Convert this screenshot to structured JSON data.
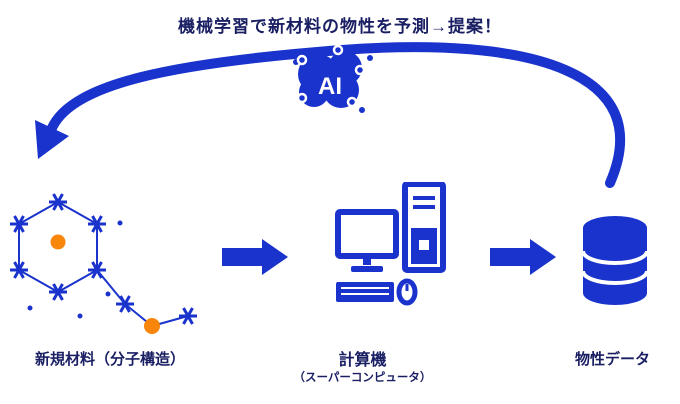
{
  "title": "機械学習で新材料の物性を予測→提案！",
  "ai": {
    "label": "AI"
  },
  "nodes": {
    "molecule": {
      "label": "新規材料（分子構造）"
    },
    "computer": {
      "label": "計算機",
      "sublabel": "（スーパーコンピュータ）"
    },
    "database": {
      "label": "物性データ"
    }
  },
  "colors": {
    "primary": "#1a33cc",
    "orange": "#f8860b",
    "text": "#1a1f63",
    "background": "#ffffff"
  }
}
